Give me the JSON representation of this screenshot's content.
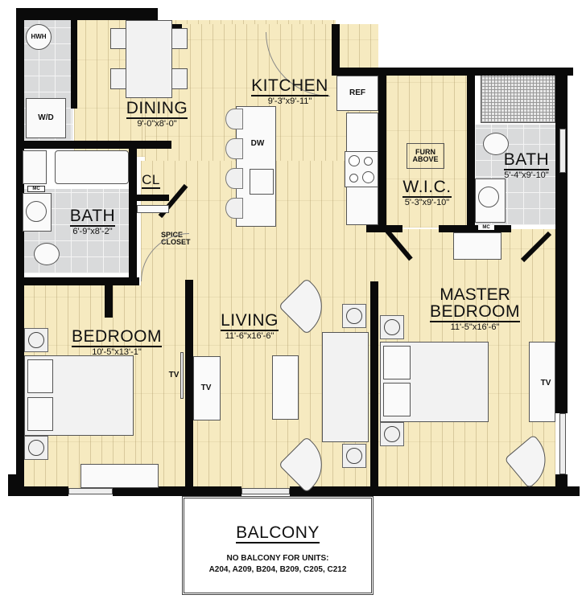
{
  "plan": {
    "rooms": [
      {
        "id": "dining",
        "name": "DINING",
        "dimensions": "9'-0\"x8'-0\""
      },
      {
        "id": "kitchen",
        "name": "KITCHEN",
        "dimensions": "9'-3\"x9'-11\""
      },
      {
        "id": "wic",
        "name": "W.I.C.",
        "dimensions": "5'-3\"x9'-10\""
      },
      {
        "id": "master_bath",
        "name": "BATH",
        "dimensions": "5'-4\"x9'-10\""
      },
      {
        "id": "bath",
        "name": "BATH",
        "dimensions": "6'-9\"x8'-2\""
      },
      {
        "id": "bedroom",
        "name": "BEDROOM",
        "dimensions": "10'-5\"x13'-1\""
      },
      {
        "id": "living",
        "name": "LIVING",
        "dimensions": "11'-6\"x16'-6\""
      },
      {
        "id": "master_bedroom",
        "name_line1": "MASTER",
        "name_line2": "BEDROOM",
        "dimensions": "11'-5\"x16'-6\""
      },
      {
        "id": "balcony",
        "name": "BALCONY"
      }
    ],
    "closet_label": "CL",
    "spice_closet_label_1": "SPICE",
    "spice_closet_label_2": "CLOSET",
    "fixtures": {
      "hwh": "HWH",
      "wd": "W/D",
      "ref": "REF",
      "dw": "DW",
      "mc": "MC",
      "furn_1": "FURN",
      "furn_2": "ABOVE",
      "tv": "TV"
    },
    "balcony_note_1": "NO BALCONY FOR UNITS:",
    "balcony_note_2": "A204, A209, B204, B209, C205, C212"
  }
}
